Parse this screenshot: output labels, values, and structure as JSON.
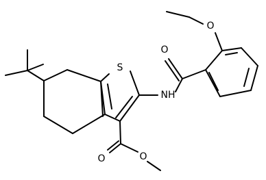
{
  "molecule": {
    "atoms": {
      "sulfur": "S",
      "amide_nitrogen": "NH",
      "amide_oxygen": "O",
      "ether_oxygen": "O",
      "ester_carbonyl_oxygen": "O",
      "ester_alkoxy_oxygen": "O"
    }
  }
}
